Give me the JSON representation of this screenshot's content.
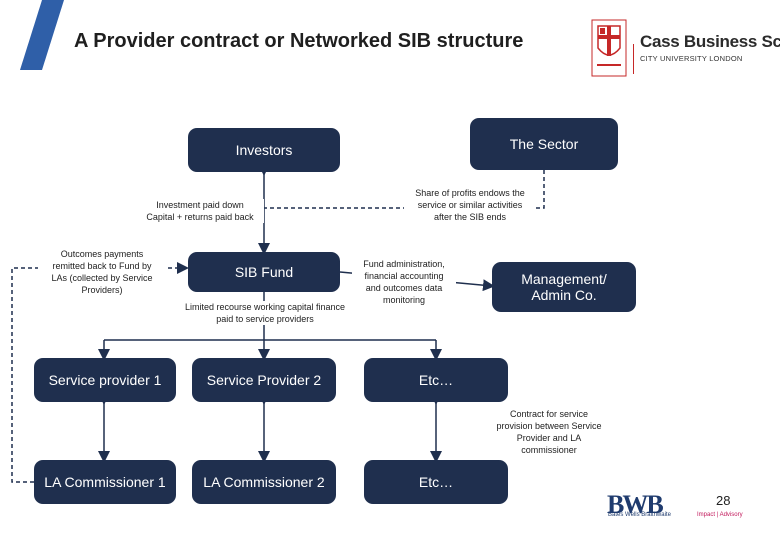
{
  "title": "A Provider contract or Networked SIB structure",
  "logo": {
    "name": "Cass Business School",
    "tagline": "CITY UNIVERSITY LONDON"
  },
  "boxes": {
    "investors": "Investors",
    "the_sector": "The Sector",
    "sib_fund": "SIB Fund",
    "management": "Management/\nAdmin Co.",
    "service_provider_1": "Service provider 1",
    "service_provider_2": "Service Provider 2",
    "etc_1": "Etc…",
    "la_commissioner_1": "LA Commissioner 1",
    "la_commissioner_2": "LA Commissioner 2",
    "etc_2": "Etc…"
  },
  "labels": {
    "investment": "Investment paid down\nCapital + returns paid back",
    "share_of_profits": "Share of profits endows the\nservice or similar activities\nafter the SIB ends",
    "outcomes_payments": "Outcomes payments\nremitted back to Fund by\nLAs (collected by Service\nProviders)",
    "fund_administration": "Fund administration,\nfinancial accounting\nand outcomes data\nmonitoring",
    "limited_recourse": "Limited recourse working capital finance\npaid to service providers",
    "contract_for_service": "Contract for service\nprovision between Service\nProvider and LA\ncommissioner"
  },
  "footer": {
    "page_number": "28",
    "bwb_logo": "BWB",
    "bwb_name": "Bates Wells Braithwaite",
    "bwb_tagline": "Impact | Advisory"
  },
  "colors": {
    "box_fill": "#1f2f4e",
    "stripe": "#2f5fa8",
    "arrow": "#1f2f4e"
  }
}
